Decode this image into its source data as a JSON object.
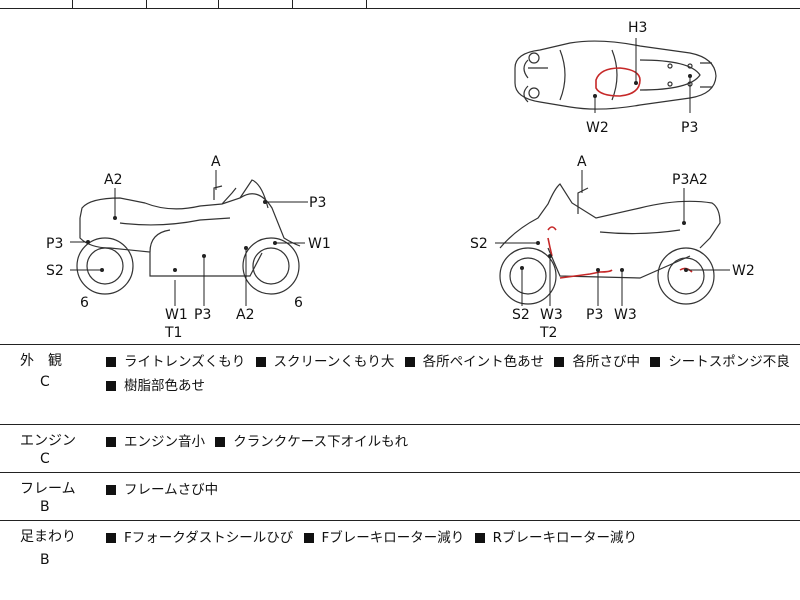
{
  "diagram": {
    "top_view": {
      "labels": [
        "H3",
        "W2",
        "P3"
      ]
    },
    "left_view": {
      "labels": [
        "A",
        "A2",
        "P3",
        "P3",
        "W1",
        "S2",
        "6",
        "W1",
        "T1",
        "P3",
        "A2",
        "6"
      ]
    },
    "right_view": {
      "labels": [
        "A",
        "P3A2",
        "S2",
        "W2",
        "S2",
        "W3",
        "T2",
        "P3",
        "W3"
      ]
    }
  },
  "sections": [
    {
      "category": "外　観",
      "grade": "C",
      "items": [
        "ライトレンズくもり",
        "スクリーンくもり大",
        "各所ペイント色あせ",
        "各所さび中",
        "シートスポンジ不良",
        "樹脂部色あせ"
      ]
    },
    {
      "category": "エンジン",
      "grade": "C",
      "items": [
        "エンジン音小",
        "クランクケース下オイルもれ"
      ]
    },
    {
      "category": "フレーム",
      "grade": "B",
      "items": [
        "フレームさび中"
      ]
    },
    {
      "category": "足まわり",
      "grade": "B",
      "items": [
        "Fフォークダストシールひび",
        "Fブレーキローター減り",
        "Rブレーキローター減り"
      ]
    }
  ]
}
